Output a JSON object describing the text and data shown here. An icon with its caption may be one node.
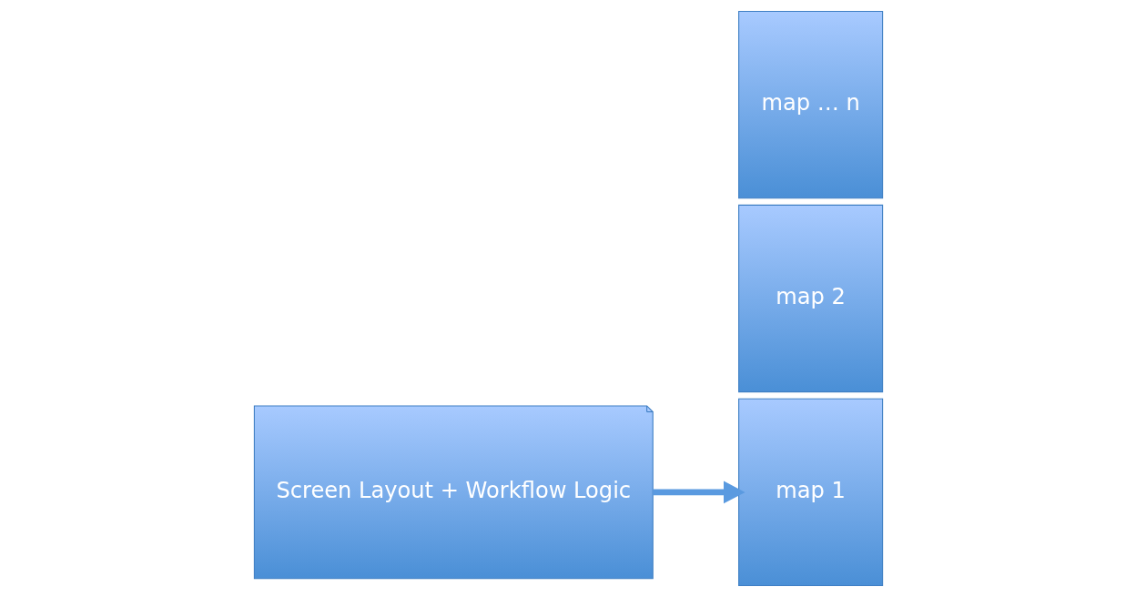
{
  "diagram": {
    "nodes": [
      {
        "text": [
          "Screen Layout + Workflow Logic"
        ]
      },
      {
        "text": [
          "map 1"
        ]
      },
      {
        "text": [
          "map 2"
        ]
      },
      {
        "text": [
          "map … n"
        ]
      }
    ],
    "edges": [
      {
        "from": 0,
        "to": 1,
        "arrow": "to"
      }
    ]
  }
}
